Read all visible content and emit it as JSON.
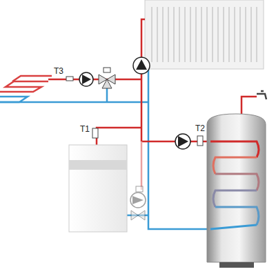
{
  "diagram": {
    "labels": [
      "T3",
      "T1",
      "T2"
    ]
  }
}
